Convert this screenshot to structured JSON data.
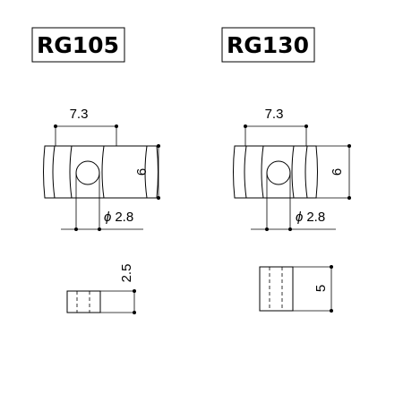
{
  "models": [
    {
      "name": "RG105",
      "width_label": "7.3",
      "height_label": "6",
      "hole_label": "2.8",
      "side_label": "2.5"
    },
    {
      "name": "RG130",
      "width_label": "7.3",
      "height_label": "6",
      "hole_label": "2.8",
      "side_label": "5"
    }
  ],
  "diameter_symbol": "ϕ"
}
